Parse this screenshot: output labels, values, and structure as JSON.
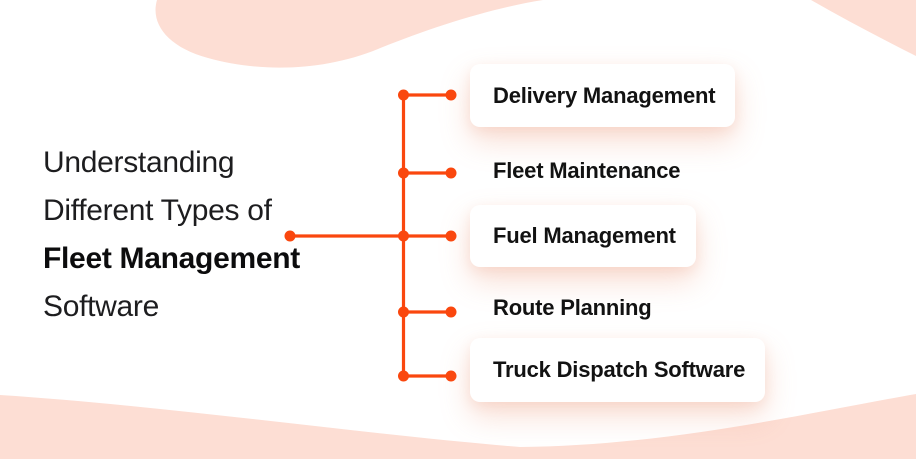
{
  "title": {
    "lines": [
      "Understanding",
      "Different Types of",
      "Fleet Management",
      "Software"
    ],
    "emphasis_line": "Fleet Management"
  },
  "items": [
    {
      "label": "Delivery Management",
      "card": true
    },
    {
      "label": "Fleet Maintenance",
      "card": false
    },
    {
      "label": "Fuel Management",
      "card": true
    },
    {
      "label": "Route Planning",
      "card": false
    },
    {
      "label": "Truck Dispatch Software",
      "card": true
    }
  ],
  "colors": {
    "accent_orange": "#FA470E",
    "blob_pink": "#FDDED4",
    "title_text": "#1D1D1F",
    "title_emphasis_text": "#0C0C0D",
    "item_text": "#121212",
    "card_background": "#FFFFFF"
  }
}
